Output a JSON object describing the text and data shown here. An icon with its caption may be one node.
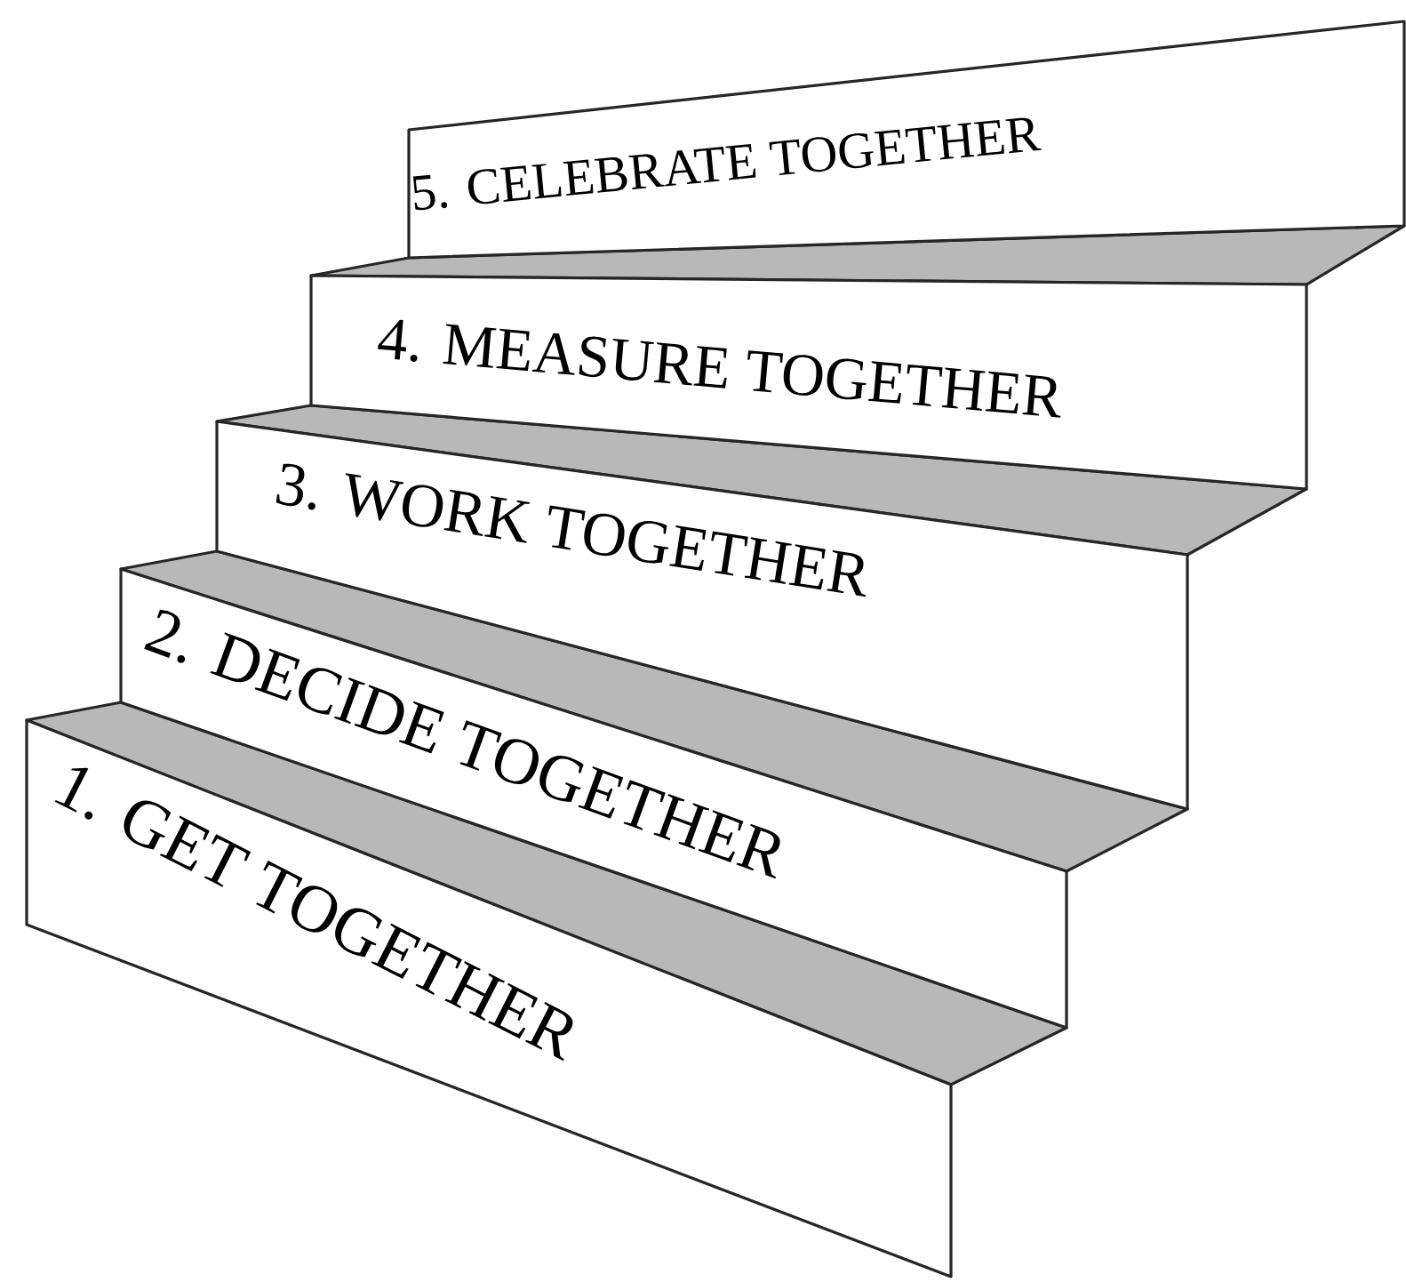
{
  "diagram": {
    "nodes": [
      {
        "text": [
          "5. CELEBRATE TOGETHER"
        ]
      },
      {
        "text": [
          "4. MEASURE TOGETHER"
        ]
      },
      {
        "text": [
          "3. WORK TOGETHER"
        ]
      },
      {
        "text": [
          "2. DECIDE TOGETHER"
        ]
      },
      {
        "text": [
          "1. GET TOGETHER"
        ]
      }
    ]
  }
}
